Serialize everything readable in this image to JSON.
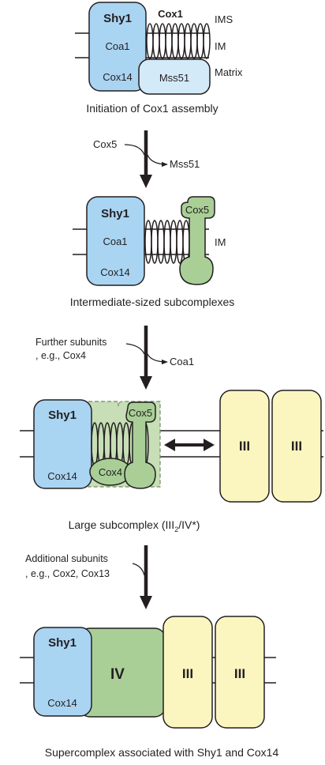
{
  "colors": {
    "blue_fill": "#a9d4f2",
    "blue_light": "#d3eaf8",
    "green_fill": "#a9cf97",
    "yellow_fill": "#fbf6c0",
    "stroke": "#231f20",
    "green_halo": "#c7deb6"
  },
  "stage1": {
    "shy1": "Shy1",
    "coa1": "Coa1",
    "cox14": "Cox14",
    "cox1": "Cox1",
    "mss51": "Mss51",
    "ims": "IMS",
    "im": "IM",
    "matrix": "Matrix",
    "caption": "Initiation of Cox1 assembly"
  },
  "step1": {
    "enter": "Cox5",
    "exit": "Mss51"
  },
  "stage2": {
    "shy1": "Shy1",
    "coa1": "Coa1",
    "cox14": "Cox14",
    "cox5": "Cox5",
    "im": "IM",
    "caption": "Intermediate-sized subcomplexes"
  },
  "step2": {
    "enter_line1": "Further subunits",
    "enter_line2": ", e.g., Cox4",
    "exit": "Coa1"
  },
  "stage3": {
    "shy1": "Shy1",
    "cox14": "Cox14",
    "cox5": "Cox5",
    "cox4": "Cox4",
    "complex3_a": "III",
    "complex3_b": "III",
    "caption_main": "Large subcomplex (III",
    "caption_sub": "2",
    "caption_end": "/IV*)"
  },
  "step3": {
    "enter_line1": "Additional subunits",
    "enter_line2": ", e.g., Cox2, Cox13"
  },
  "stage4": {
    "shy1": "Shy1",
    "cox14": "Cox14",
    "complex4": "IV",
    "complex3_a": "III",
    "complex3_b": "III",
    "caption": "Supercomplex associated with Shy1 and Cox14"
  }
}
